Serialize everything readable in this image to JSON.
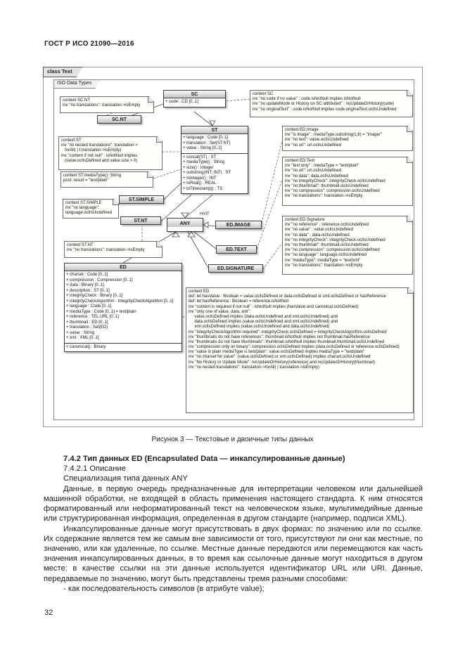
{
  "page": {
    "header": "ГОСТ Р ИСО 21090—2016",
    "figure_caption": "Рисунок 3 — Текстовые и двоичные типы данных",
    "page_number": "32"
  },
  "diagram": {
    "frame_label": "class Text",
    "inner_frame_label": "ISO Data Types",
    "any_stereotype": "HXIT",
    "classes": {
      "sc": {
        "name": "SC",
        "attributes": [
          "+ code : CD [0..1]"
        ]
      },
      "sc_nt": {
        "name": "SC.NT"
      },
      "st": {
        "name": "ST",
        "attributes": [
          "+ language : Code [0..1]",
          "+ translation : Set(ST.NT)",
          "+ value : String [0..1]"
        ],
        "operations": [
          "+ concat(ST) : ST",
          "+ mediaType() : String",
          "+ size() : Integer",
          "+ substring(INT, INT) : ST",
          "+ toInteger() : INT",
          "+ toReal() : REAL",
          "+ toTimestamp() : TS"
        ]
      },
      "st_simple": {
        "name": "ST.SIMPLE"
      },
      "st_nt": {
        "name": "ST.NT"
      },
      "any": {
        "name": "ANY"
      },
      "ed_image": {
        "name": "ED.IMAGE"
      },
      "ed_text": {
        "name": "ED.TEXT"
      },
      "ed_signature": {
        "name": "ED.SIGNATURE"
      },
      "ed": {
        "name": "ED",
        "attributes": [
          "+ charset : Code [0..1]",
          "+ compression : Compression [0..1]",
          "+ data : Binary [0..1]",
          "+ description : ST [0..1]",
          "+ integrityCheck : Binary [0..1]",
          "+ integrityCheckAlgorithm : IntegrityCheckAlgorithm [0..1]",
          "+ language : Code [0..1]",
          "+ mediaType : Code [0..1] = text/plain",
          "+ reference : TEL.URL [0..1]",
          "+ thumbnail : ED [0..1]",
          "+ translation : Set(ED)",
          "+ value : String",
          "+ xml : XML [0..1]"
        ],
        "operations": [
          "+ canonical() : Binary"
        ]
      }
    },
    "notes": {
      "sc_nt": {
        "lines": [
          "context SC.NT",
          "inv \"no translations\": translation->isEmpty"
        ]
      },
      "sc": {
        "lines": [
          "context SC",
          "inv \"no code if no value\" : code.isNotNull implies isNotNull",
          "inv \"no updateMode or History on SC attributed\" : noUpdateOrHistory(code)",
          "inv \"no originalText\" : code.isNotNull implies code.originalText.oclIsUndefined"
        ]
      },
      "st": {
        "lines": [
          "context ST",
          "inv \"no nested translations\": translation->",
          "   forAll( | t.translation->isEmpty)",
          "inv \"content if not null\" : isNotNull implies",
          "   (value.oclIsDefined and value.size > 0)"
        ]
      },
      "st_mediatype": {
        "lines": [
          "context ST.mediaType(): String",
          "post: result = \"text/plain\""
        ]
      },
      "st_simple": {
        "lines": [
          "context ST.SIMPLE",
          "inv \"no language\":",
          "language.oclIsUndefined"
        ]
      },
      "st_nt": {
        "lines": [
          "context ST.NT",
          "inv \"no translations\": translation->isEmpty"
        ]
      },
      "ed_image": {
        "lines": [
          "context ED.Image",
          "inv \"is image\" : mediaType.substring(1,6) = \"image/\"",
          "inv \"no text\": value.oclIsUndefined",
          "inv \"no url\": url.oclIsUndefined"
        ]
      },
      "ed_text": {
        "lines": [
          "context ED.Text",
          "inv \"text only\" : mediaType = \"text/plain\"",
          "inv \"no url\": url.oclIsUndefined",
          "inv \"no data\": data.oclIsUndefined",
          "inv \"no integrityCheck\": integrityCheck.oclIsUndefined",
          "inv \"no thumbnail\": thumbnail.oclIsUndefined",
          "inv \"no compression\": compression.oclIsUndefined",
          "inv \"no translations\": translation->isEmpty"
        ]
      },
      "ed_signature": {
        "lines": [
          "context ED.Signature",
          "inv \"no reference\" : reference.oclIsUndefined",
          "inv \"no value\" : value.oclIsUndefined",
          "inv \"no data\" : data.oclIsUndefined",
          "inv \"no integrityCheck\": integrityCheck.oclIsUndefined",
          "inv \"no thumbnail\": thumbnail.oclIsUndefined",
          "inv \"no compression\": compression.oclIsUndefined",
          "inv \"no language\": language.oclIsUndefined",
          "inv \"mediaType\": mediaType = \"text/xml\"",
          "inv \"no translations\": translation->isEmpty"
        ]
      },
      "ed": {
        "lines": [
          "context ED",
          "def: let hasValue : Boolean = value.oclIsDefined or data.oclIsDefined or xml.oclIsDefined or hasReference",
          "def: let hasReference : Boolean = reference.isNotNull",
          "inv \"content is required if not null\" : isNotNull implies (hasValue and canonical.oclIsDefined)",
          "inv \"only one of value, data, xml\":",
          "     value.oclIsDefined implies (data.oclIsUndefined and xml.oclIsUndefined) and",
          "     data.oclIsDefined implies (value.oclIsUndefined and xml.oclIsUndefined) and",
          "     xml.oclIsDefined implies (value.oclIsUndefined and data.oclIsUndefined)",
          "inv \"integrityCheckAlgorithm required\": integrityCheck.oclIsDefined = integrityCheckAlgorithm.oclIsDefined",
          "inv \"thumbnails do not have references\": thumbnail.isNotNull implies not thumbnail.hasReference",
          "inv \"thumbnails do not have thumbnails\": thumbnail.isNotNull implies thumbnail.thumbnail.oclIsUndefined",
          "inv \"compression only on binary\": compression.oclIsDefined implies (data.oclIsDefined or reference.oclIsDefined)",
          "inv \"value in plain mediaType is text/plain\": value.oclIsDefined implies mediaType = \"text/plain\"",
          "inv \"no charset for value\": (value.oclIsDefined or xml.oclIsDefined) implies charset.oclIsUndefined",
          "inv \"No History or Update Mode\": noUpdateOrHistory(reference) and noUpdateOrHistory(thumbnail)",
          "inv \"no nested translations\": translation->forAll( | translation->isEmpty)"
        ]
      }
    }
  },
  "body": {
    "heading": "7.4.2 Тип данных ED (Encapsulated Data — инкапсулированные данные)",
    "subheading": "7.4.2.1 Описание",
    "intro": "Специализация типа данных ANY",
    "paragraphs": [
      "Данные, в первую очередь предназначенные для интерпретации человеком или дальнейшей машинной обработки, не входящей в область применения настоящего стандарта. К ним относятся форматированный или неформатированный текст на человеческом языке, мультимедийные данные или структурированная информация, определенная в другом стандарте (например, подписи XML).",
      "Инкапсулированные данные могут присутствовать в двух формах: по значению или по ссылке. Их содержание является тем же самым вне зависимости от того, присутствуют ли они как местные, по значению, или как удаленные, по ссылке. Местные данные передаются или перемещаются как часть значения инкапсулированных данных, в то время как ссылочные данные могут находиться в другом месте: в качестве ссылки на эти данные используется идентификатор URL или URI. Данные, передаваемые по значению, могут быть представлены тремя разными способами:"
    ],
    "list_item": "- как последовательность символов (в атрибуте value);"
  }
}
